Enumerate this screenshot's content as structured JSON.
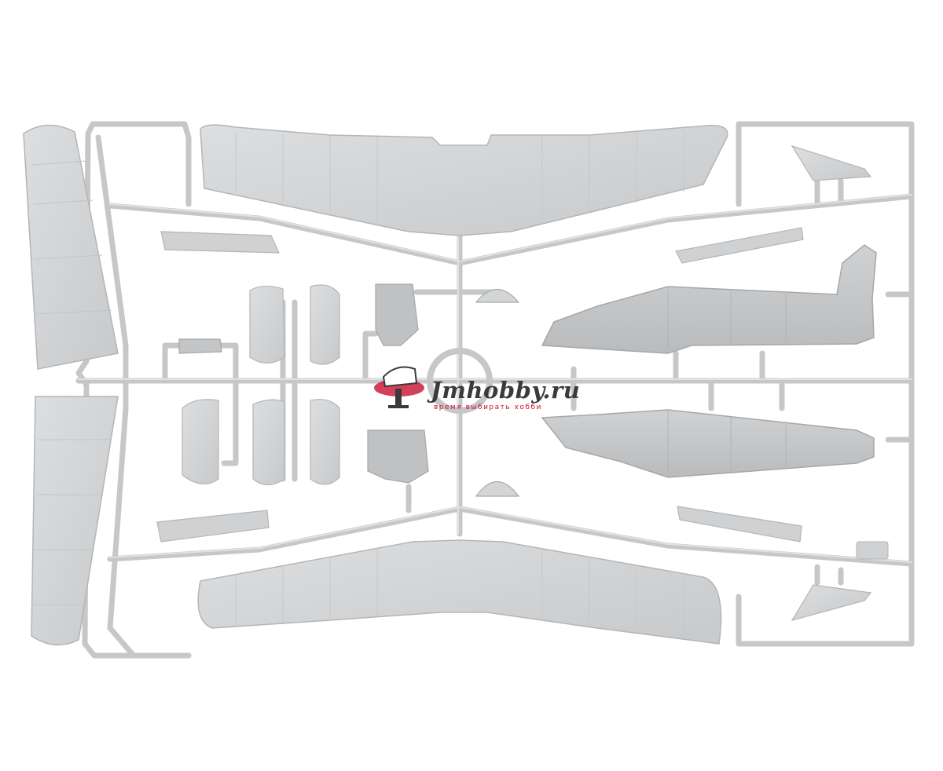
{
  "image": {
    "subject": "plastic model kit sprue",
    "colors": {
      "background": "#ffffff",
      "plastic": "#d3d5d6",
      "plastic_dark": "#bfc1c3",
      "plastic_edge": "#a9abad",
      "runner": "#cbcdcf",
      "fuselage": "#c4c6c8",
      "watermark_red": "#c8102e",
      "watermark_dark": "#3a3a3a"
    }
  },
  "watermark": {
    "brand": "Jmhobby.ru",
    "tagline": "время выбирать хобби",
    "icon": "hobby-logo-icon"
  }
}
